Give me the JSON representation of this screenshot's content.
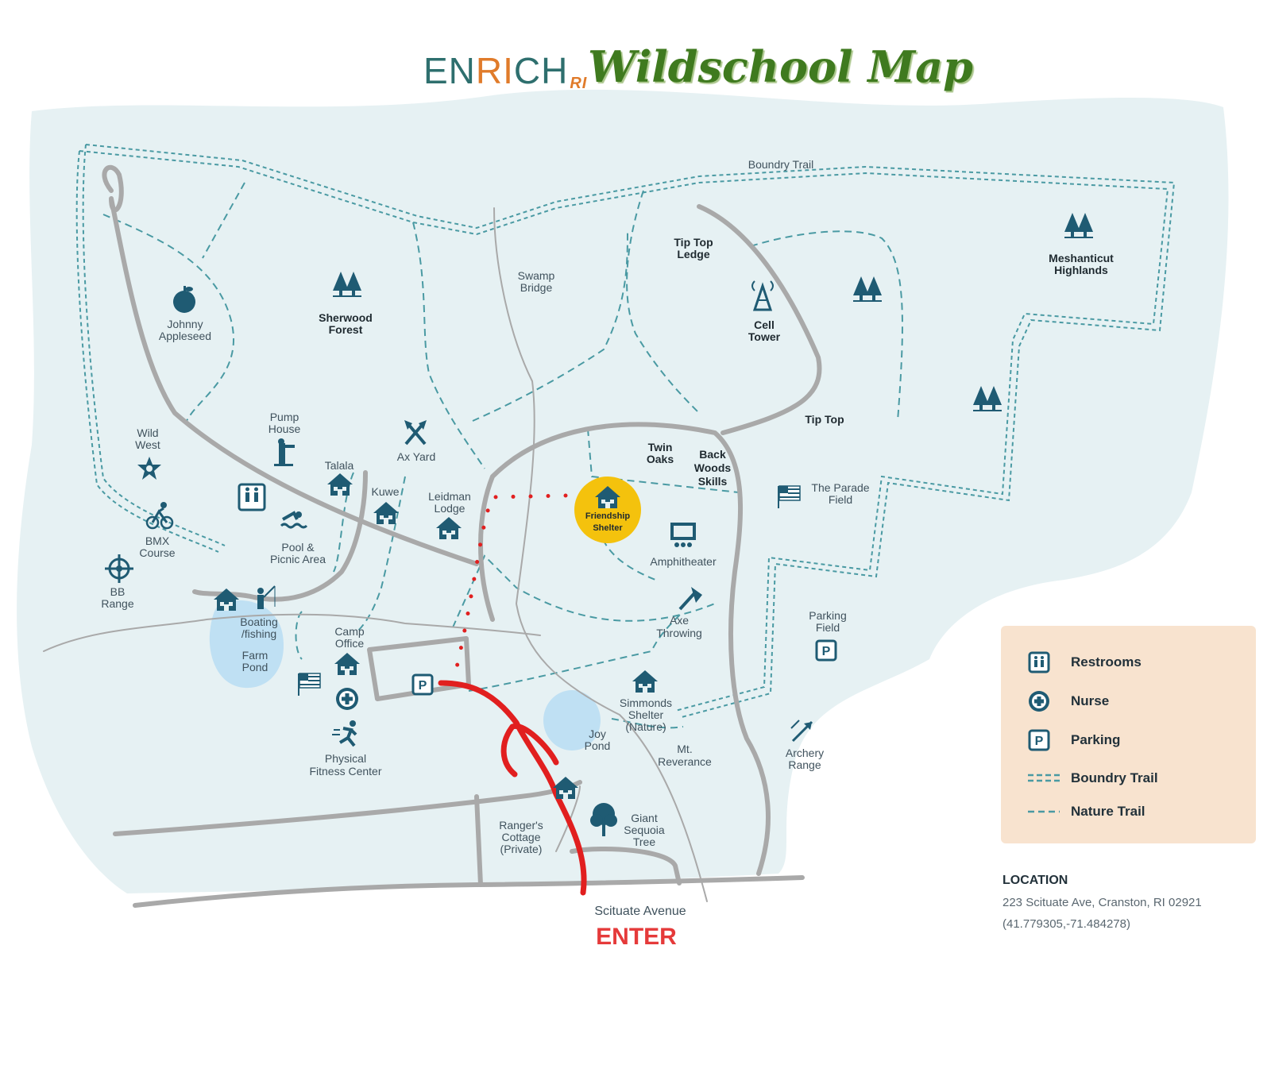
{
  "header": {
    "brand_en": "EN",
    "brand_ri": "RI",
    "brand_ch": "CH",
    "brand_sub": "RI",
    "title": "Wildschool Map"
  },
  "colors": {
    "land": "#e6f1f3",
    "road": "#a9a9a9",
    "trail": "#4a9aa3",
    "icon": "#1f5b73",
    "entry_path": "#e11f1f",
    "highlight": "#f4c20d",
    "water": "#bfe0f3",
    "legend_bg": "#f8e3cf"
  },
  "places": {
    "boundry_trail": "Boundry Trail",
    "tip_top_ledge_1": "Tip Top",
    "tip_top_ledge_2": "Ledge",
    "meshanticut_1": "Meshanticut",
    "meshanticut_2": "Highlands",
    "swamp_1": "Swamp",
    "swamp_2": "Bridge",
    "cell_1": "Cell",
    "cell_2": "Tower",
    "johnny_1": "Johnny",
    "johnny_2": "Appleseed",
    "sherwood_1": "Sherwood",
    "sherwood_2": "Forest",
    "tip_top": "Tip Top",
    "wild_1": "Wild",
    "wild_2": "West",
    "pump_1": "Pump",
    "pump_2": "House",
    "ax_yard": "Ax Yard",
    "talala": "Talala",
    "kuwe": "Kuwe",
    "leidman_1": "Leidman",
    "leidman_2": "Lodge",
    "twin_1": "Twin",
    "twin_2": "Oaks",
    "back_1": "Back",
    "back_2": "Woods",
    "back_3": "Skills",
    "parade_1": "The Parade",
    "parade_2": "Field",
    "friendship_1": "Friendship",
    "friendship_2": "Shelter",
    "bmx_1": "BMX",
    "bmx_2": "Course",
    "pool_1": "Pool &",
    "pool_2": "Picnic Area",
    "amphitheater": "Amphitheater",
    "bb_1": "BB",
    "bb_2": "Range",
    "boating_1": "Boating",
    "boating_2": "/fishing",
    "farm_1": "Farm",
    "farm_2": "Pond",
    "camp_1": "Camp",
    "camp_2": "Office",
    "axe_1": "Axe",
    "axe_2": "Throwing",
    "parking_1": "Parking",
    "parking_2": "Field",
    "simmonds_1": "Simmonds",
    "simmonds_2": "Shelter",
    "simmonds_3": "(Nature)",
    "joy_1": "Joy",
    "joy_2": "Pond",
    "mt_1": "Mt.",
    "mt_2": "Reverance",
    "archery_1": "Archery",
    "archery_2": "Range",
    "physical_1": "Physical",
    "physical_2": "Fitness Center",
    "ranger_1": "Ranger's",
    "ranger_2": "Cottage",
    "ranger_3": "(Private)",
    "giant_1": "Giant",
    "giant_2": "Sequoia",
    "giant_3": "Tree",
    "scituate": "Scituate Avenue",
    "enter": "ENTER",
    "parking_letter": "P"
  },
  "legend": {
    "restrooms": "Restrooms",
    "nurse": "Nurse",
    "parking": "Parking",
    "boundry": "Boundry Trail",
    "nature": "Nature Trail"
  },
  "location": {
    "heading": "LOCATION",
    "address": "223 Scituate Ave, Cranston, RI 02921",
    "coordinates": "(41.779305,-71.484278)"
  }
}
